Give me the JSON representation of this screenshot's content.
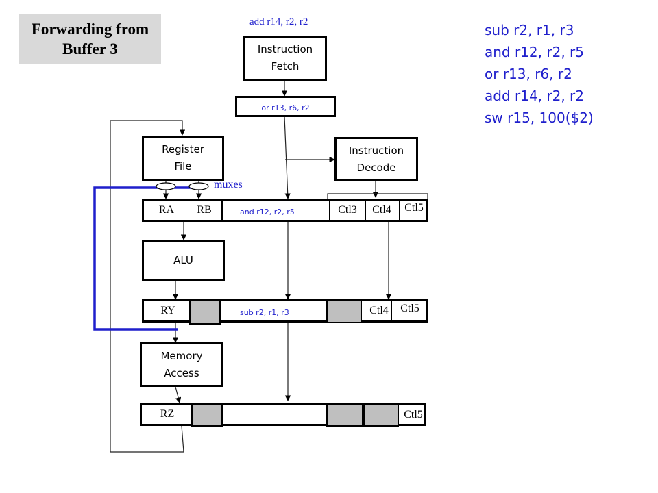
{
  "title": {
    "line1": "Forwarding from",
    "line2": "Buffer 3"
  },
  "fetch_instr": "add r14, r2, r2",
  "stages": {
    "fetch": {
      "line1": "Instruction",
      "line2": "Fetch"
    },
    "decode": {
      "line1": "Instruction",
      "line2": "Decode"
    },
    "regfile": {
      "line1": "Register",
      "line2": "File"
    },
    "alu": {
      "line1": "ALU"
    },
    "memory": {
      "line1": "Memory",
      "line2": "Access"
    }
  },
  "buffers": {
    "ir": {
      "instr": "or r13, r6, r2"
    },
    "b2": {
      "ra": "RA",
      "rb": "RB",
      "instr": "and r12, r2, r5",
      "ctl3": "Ctl3",
      "ctl4": "Ctl4",
      "ctl5": "Ctl5"
    },
    "b3": {
      "ry": "RY",
      "instr": "sub r2, r1, r3",
      "ctl4": "Ctl4",
      "ctl5": "Ctl5"
    },
    "b4": {
      "rz": "RZ",
      "ctl5": "Ctl5"
    }
  },
  "muxes_label": "muxes",
  "code": [
    "sub r2, r1, r3",
    "and r12, r2, r5",
    "or r13, r6, r2",
    "add r14, r2, r2",
    "sw r15, 100($2)"
  ],
  "colors": {
    "forward_path": "#1f1fcc",
    "text_blue": "#1f1fcc",
    "grey_fill": "#bfbfbf",
    "title_bg": "#d9d9d9"
  }
}
